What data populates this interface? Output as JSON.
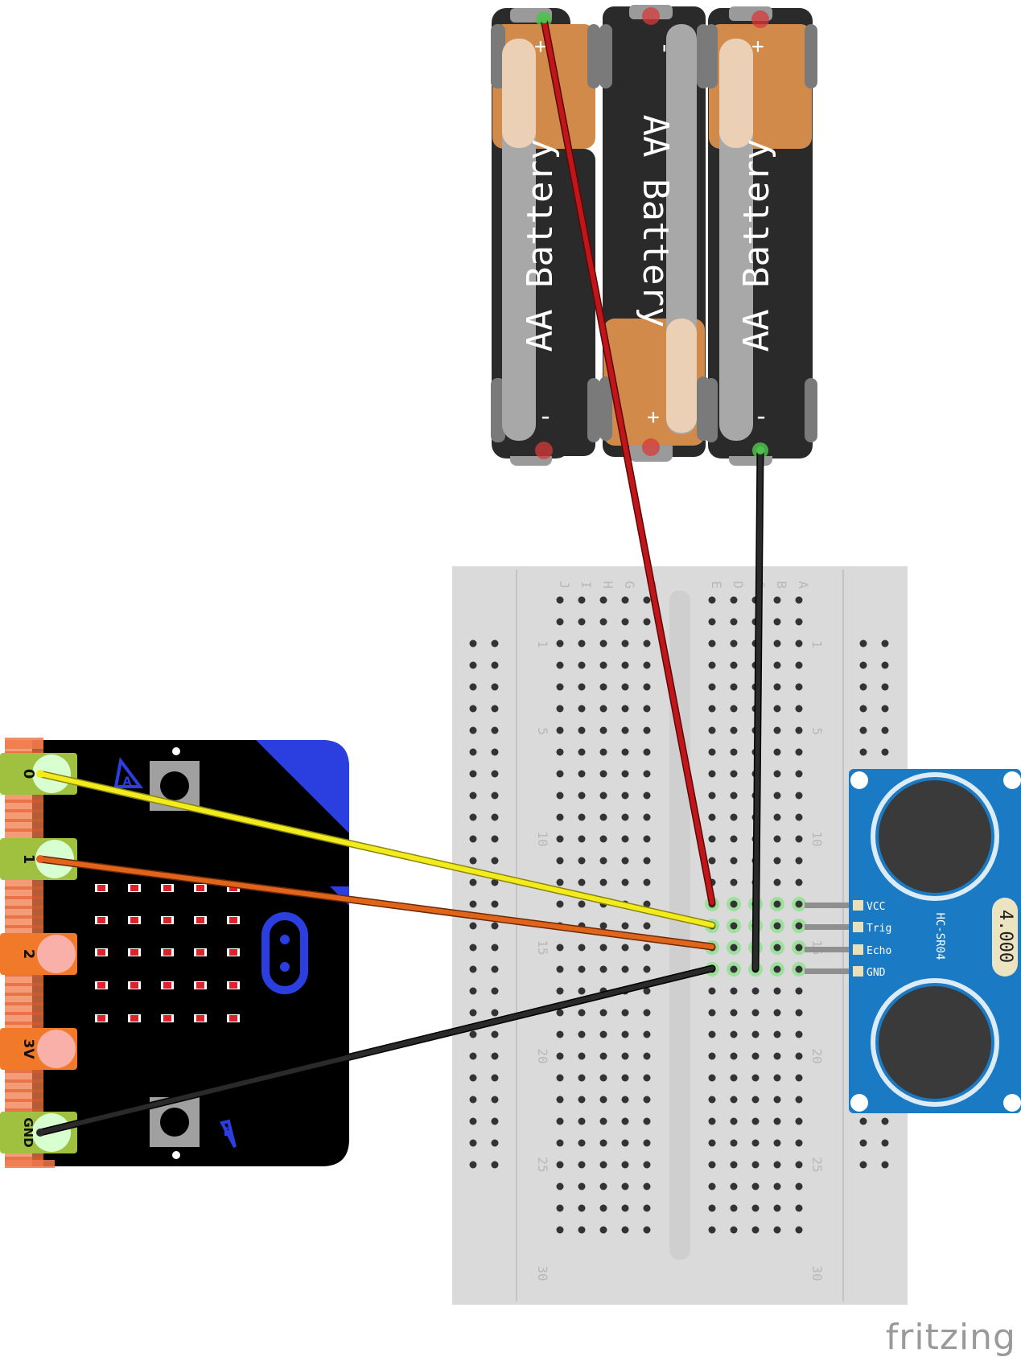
{
  "batteries": {
    "label": "AA Battery",
    "plus": "+",
    "minus": "-"
  },
  "breadboard": {
    "row_letters_left": [
      "J",
      "I",
      "H",
      "G",
      "F"
    ],
    "row_letters_right": [
      "E",
      "D",
      "C",
      "B",
      "A"
    ],
    "column_numbers": [
      "1",
      "5",
      "10",
      "15",
      "20",
      "25",
      "30"
    ]
  },
  "microbit": {
    "pins": [
      "0",
      "1",
      "2",
      "3V",
      "GND"
    ],
    "button_a": "A",
    "button_b": "B"
  },
  "sensor": {
    "model": "HC-SR04",
    "crystal": "4.000",
    "pins": [
      "VCC",
      "Trig",
      "Echo",
      "GND"
    ]
  },
  "logo": "fritzing",
  "colors": {
    "wire_red": "#c0161a",
    "wire_black": "#2a2a2a",
    "wire_yellow": "#f2ec1c",
    "wire_orange": "#e0641a",
    "sensor_blue": "#1a7ac4",
    "microbit_blue": "#2b3fe0",
    "battery_copper": "#d28a4a"
  }
}
